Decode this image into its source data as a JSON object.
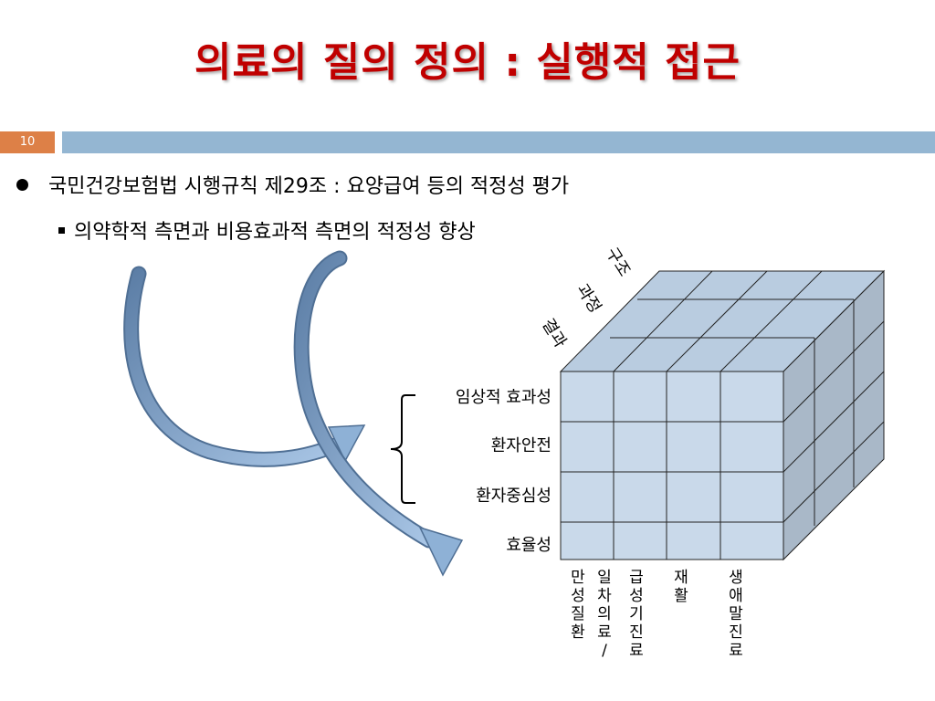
{
  "slide": {
    "title": "의료의 질의 정의 : 실행적 접근",
    "page_number": "10",
    "bullet1": "국민건강보험법 시행규칙 제29조 : 요양급여 등의 적정성 평가",
    "bullet2": "의약학적 측면과 비용효과적 측면의 적정성 향상"
  },
  "cube": {
    "depth_labels": [
      "구조",
      "과정",
      "결과"
    ],
    "row_labels": [
      "임상적 효과성",
      "환자안전",
      "환자중심성",
      "효율성"
    ],
    "column_labels": [
      "만성질환",
      "일차의료/",
      "급성기진료",
      "재활",
      "생애말진료"
    ]
  },
  "colors": {
    "title": "#c00000",
    "page_number_box": "#dd8047",
    "band": "#94b6d2",
    "cube_front": "#c9d9ea",
    "cube_top": "#b9cce0",
    "cube_side": "#a9b8c8",
    "arrow": "#8eb1d6"
  }
}
